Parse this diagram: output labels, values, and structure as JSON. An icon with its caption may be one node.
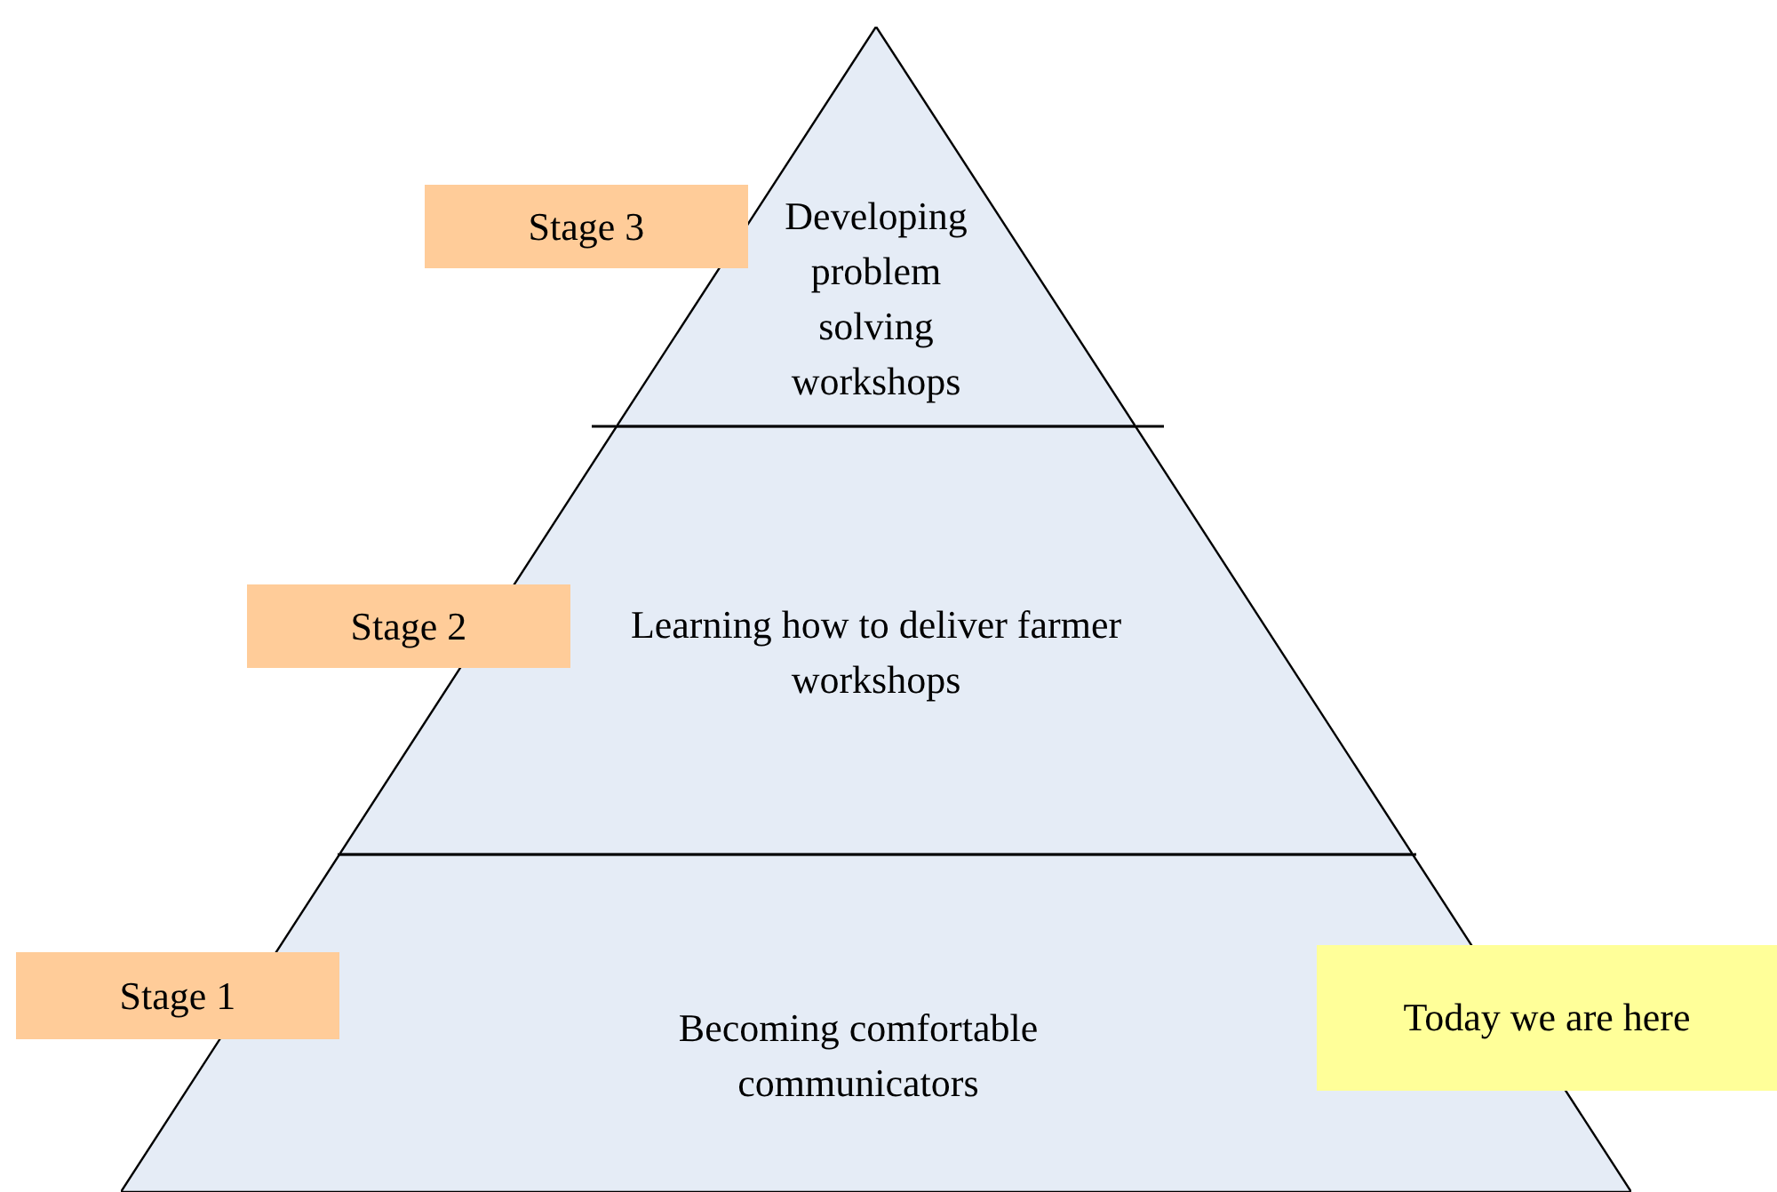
{
  "diagram": {
    "nodes": [
      {
        "text": [
          "Stage 3"
        ]
      },
      {
        "text": [
          "Developing problem solving workshops"
        ]
      },
      {
        "text": [
          "Stage 2"
        ]
      },
      {
        "text": [
          "Learning how to deliver farmer workshops"
        ]
      },
      {
        "text": [
          "Stage 1"
        ]
      },
      {
        "text": [
          "Becoming comfortable communicators"
        ]
      },
      {
        "text": [
          "Today we are here"
        ]
      }
    ]
  }
}
